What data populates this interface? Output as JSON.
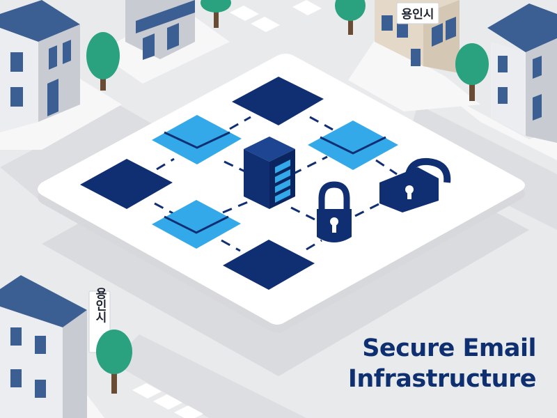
{
  "caption": {
    "line1": "Secure Email",
    "line2": "Infrastructure"
  },
  "signs": {
    "top_right": "용인시",
    "bottom_left": "용인시"
  },
  "colors": {
    "background": "#e9eaec",
    "platform": "#ffffff",
    "navy": "#102f73",
    "light_blue": "#33a9ea",
    "tree": "#2aa17f",
    "caption": "#0e2f70"
  },
  "icons": [
    "envelope-icon",
    "server-icon",
    "padlock-icon",
    "navy-tile-icon",
    "tree-icon",
    "house-icon",
    "sign-icon"
  ]
}
